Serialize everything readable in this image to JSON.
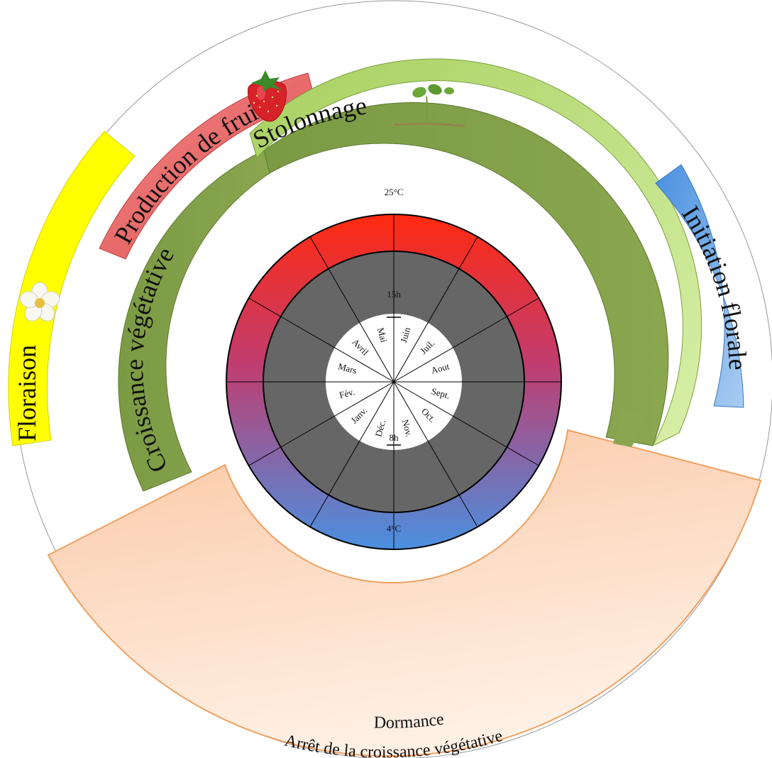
{
  "phases": {
    "floraison": "Floraison",
    "production": "Production de fruit",
    "stolonnage": "Stolonnage",
    "croissance": "Croissance végétative",
    "initiation": "Initiation florale",
    "dormance_title": "Dormance",
    "dormance_subtitle": "Arrêt de la croissance végétative"
  },
  "dial": {
    "temp_max": "25°C",
    "temp_min": "4°C",
    "day_max": "15h",
    "day_min": "8h",
    "months": [
      "Juin",
      "Juil.",
      "Aout",
      "Sept.",
      "Oct.",
      "Nov.",
      "Déc.",
      "Janv.",
      "Fév.",
      "Mars",
      "Avril",
      "Mai"
    ]
  },
  "colors": {
    "floraison": "#ffff00",
    "production": "#e86a6a",
    "stolonnage": "#b5db75",
    "croissance": "#7f9f48",
    "initiation": "#6aa6e6",
    "dormance": "#fdd0b2",
    "dormance_stroke": "#f0a060",
    "temp_hot": "#ff2a10",
    "temp_cold": "#4a90e0",
    "daylight_ring": "#666666"
  },
  "icons": [
    "strawberry-icon",
    "seedling-icon",
    "flower-icon"
  ]
}
